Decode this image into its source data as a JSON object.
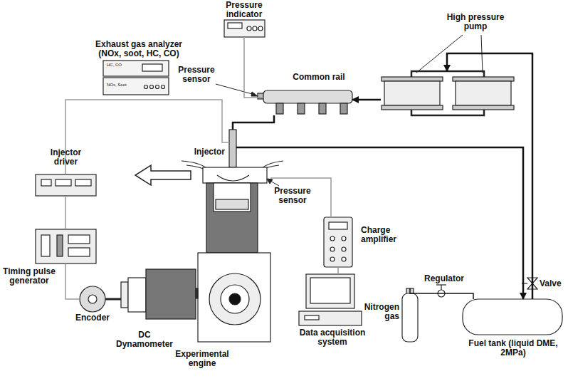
{
  "diagram": {
    "nodes": [
      {
        "text": [
          "Pressure indicator"
        ]
      },
      {
        "text": [
          "High pressure pump"
        ]
      },
      {
        "text": [
          "Common rail"
        ]
      },
      {
        "text": [
          "Exhaust gas analyzer (NOx, soot, HC, CO)"
        ]
      },
      {
        "text": [
          "Injector"
        ]
      },
      {
        "text": [
          "Injector driver"
        ]
      },
      {
        "text": [
          "Timing pulse generator"
        ]
      },
      {
        "text": [
          "Encoder"
        ]
      },
      {
        "text": [
          "DC Dynamometer"
        ]
      },
      {
        "text": [
          "Experimental engine"
        ]
      },
      {
        "text": [
          "Charge amplifier"
        ]
      },
      {
        "text": [
          "Data acquisition system"
        ]
      },
      {
        "text": [
          "Nitrogen gas"
        ]
      },
      {
        "text": [
          "Fuel tank (liquid DME, 2MPa)"
        ]
      }
    ],
    "edges": [
      {
        "from": 0,
        "to": 2,
        "arrow": "none"
      },
      {
        "from": 1,
        "to": 2,
        "arrow": "to"
      },
      {
        "from": 2,
        "to": 4,
        "arrow": "none"
      },
      {
        "from": 4,
        "to": 13,
        "arrow": "to"
      },
      {
        "from": 13,
        "to": 1,
        "arrow": "to"
      },
      {
        "from": 12,
        "to": 13,
        "arrow": "none"
      },
      {
        "from": 5,
        "to": 4,
        "arrow": "none"
      },
      {
        "from": 6,
        "to": 5,
        "arrow": "none"
      },
      {
        "from": 7,
        "to": 6,
        "arrow": "none"
      },
      {
        "from": 9,
        "to": 10,
        "arrow": "none"
      },
      {
        "from": 10,
        "to": 11,
        "arrow": "none"
      }
    ],
    "labels": [
      "Pressure sensor",
      "HC, CO",
      "NOx, Soot",
      "Pressure sensor",
      "Regulator",
      "Valve"
    ]
  }
}
